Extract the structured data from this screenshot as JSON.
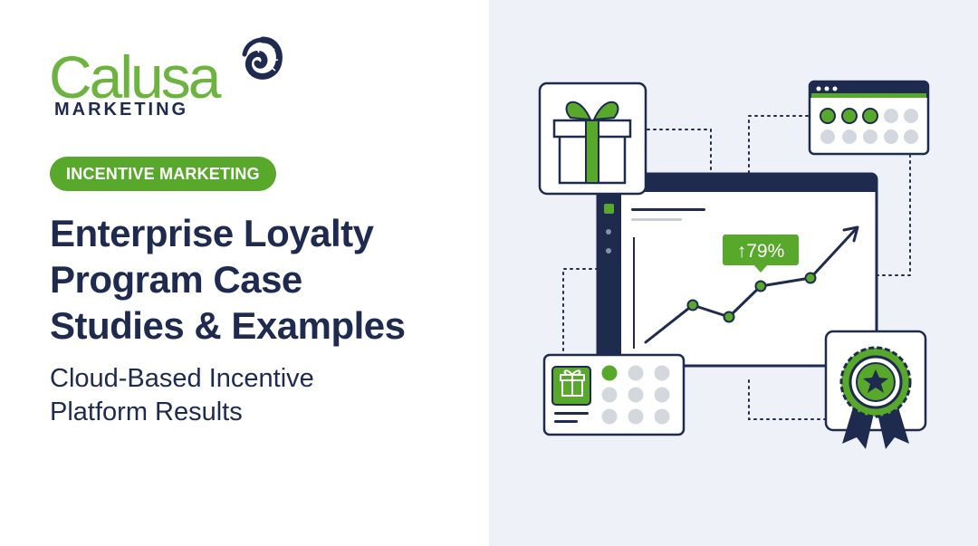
{
  "brand": {
    "logo_word": "Calusa",
    "logo_subtext": "MARKETING"
  },
  "hero": {
    "category_badge": "INCENTIVE MARKETING",
    "title_line1": "Enterprise Loyalty",
    "title_line2": "Program Case",
    "title_line3": "Studies & Examples",
    "subtitle_line1": "Cloud-Based Incentive",
    "subtitle_line2": "Platform Results"
  },
  "illustration": {
    "growth_label": "↑79%",
    "trend_values": [
      0,
      15,
      10,
      32,
      36,
      65
    ],
    "colors": {
      "navy": "#1e2a4e",
      "green": "#58a82c",
      "background": "#eef2f8",
      "card": "#ffffff",
      "dot_gray": "#d3d7de"
    },
    "icons": [
      "gift-icon",
      "calendar-icon",
      "award-ribbon-icon",
      "trend-chart-icon"
    ]
  }
}
